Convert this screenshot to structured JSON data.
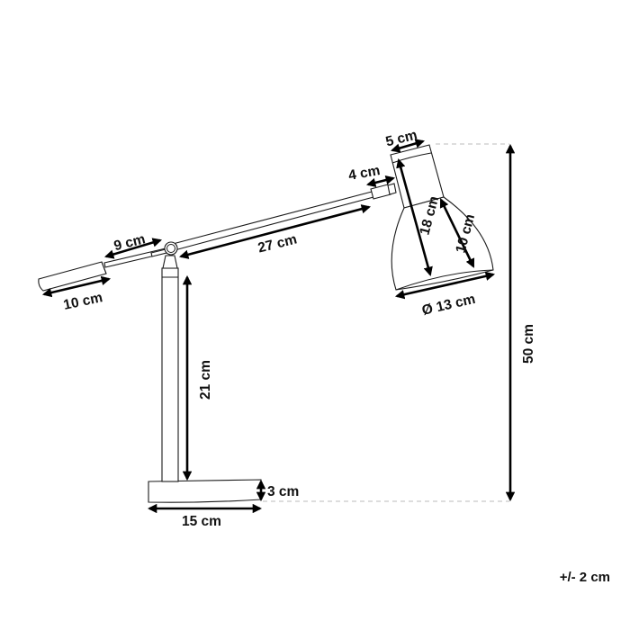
{
  "diagram": {
    "subject": "Desk lamp dimensions",
    "colors": {
      "line": "#1a1a1a",
      "dimension": "#000000",
      "guide": "#bbbbbb",
      "background": "#ffffff"
    },
    "dimensions": {
      "shade_top_width": "5 cm",
      "connector_length": "4 cm",
      "shade_total_height": "18 cm",
      "shade_bell_height": "10 cm",
      "shade_diameter": "Ø 13 cm",
      "counterweight_arm": "9 cm",
      "main_arm": "27 cm",
      "counterweight_length": "10 cm",
      "stem_height": "21 cm",
      "base_height": "3 cm",
      "base_width": "15 cm",
      "total_height": "50 cm"
    },
    "tolerance": "+/- 2 cm"
  }
}
